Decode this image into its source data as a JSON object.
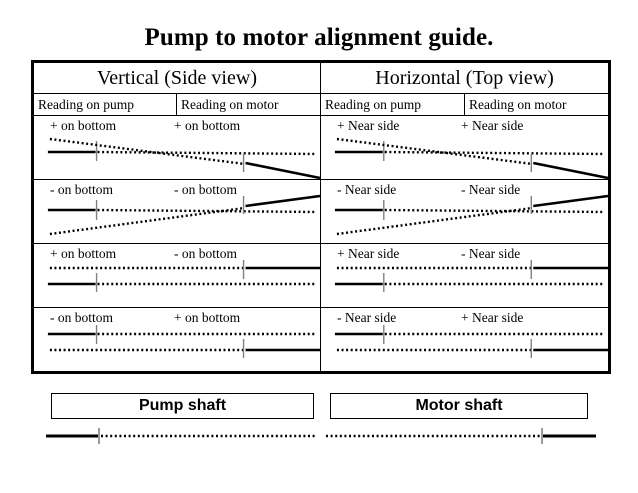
{
  "title": "Pump to motor alignment guide.",
  "table": {
    "group_headers": [
      {
        "label": "Vertical (Side view)"
      },
      {
        "label": "Horizontal (Top view)"
      }
    ],
    "sub_headers": [
      {
        "label": "Reading on pump"
      },
      {
        "label": "Reading on motor"
      },
      {
        "label": "Reading on pump"
      },
      {
        "label": "Reading on motor"
      }
    ],
    "rows": [
      {
        "id": "row-1",
        "vertical": {
          "pump": "+ on bottom",
          "motor": "+ on bottom",
          "case": "angular-open-top"
        },
        "horizontal": {
          "pump": "+ Near side",
          "motor": "+ Near side",
          "case": "angular-open-top"
        }
      },
      {
        "id": "row-2",
        "vertical": {
          "pump": "- on bottom",
          "motor": "- on bottom",
          "case": "angular-open-bottom"
        },
        "horizontal": {
          "pump": "- Near side",
          "motor": "- Near side",
          "case": "angular-open-bottom"
        }
      },
      {
        "id": "row-3",
        "vertical": {
          "pump": "+ on bottom",
          "motor": "- on bottom",
          "case": "offset-motor-high"
        },
        "horizontal": {
          "pump": "+ Near side",
          "motor": "- Near side",
          "case": "offset-motor-high"
        }
      },
      {
        "id": "row-4",
        "vertical": {
          "pump": "- on bottom",
          "motor": "+ on bottom",
          "case": "offset-motor-low"
        },
        "horizontal": {
          "pump": "- Near side",
          "motor": "+ Near side",
          "case": "offset-motor-low"
        }
      }
    ]
  },
  "legend": {
    "pump_label": "Pump shaft",
    "motor_label": "Motor shaft"
  },
  "colors": {
    "ink": "#000000",
    "tick": "#808080",
    "background": "#ffffff"
  }
}
